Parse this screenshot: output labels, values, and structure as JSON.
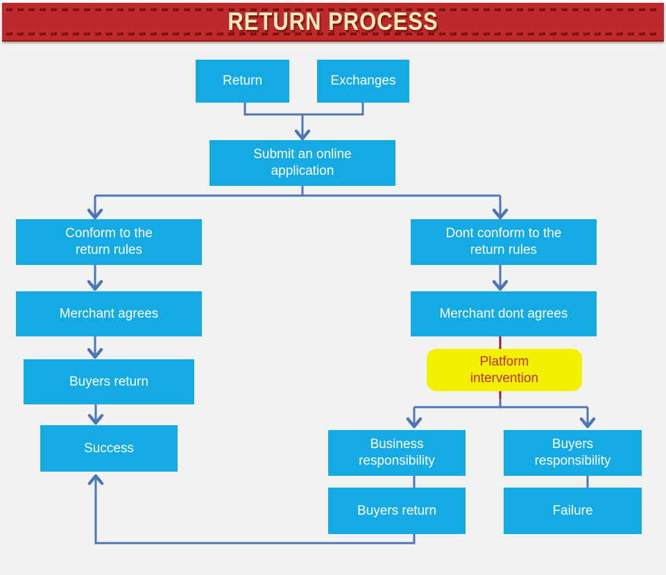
{
  "banner": {
    "title": "RETURN PROCESS"
  },
  "nodes": {
    "return": {
      "label": "Return"
    },
    "exchanges": {
      "label": "Exchanges"
    },
    "submit": {
      "label": "Submit an online\napplication"
    },
    "conform": {
      "label": "Conform to the\nreturn rules"
    },
    "dont_conform": {
      "label": "Dont conform to the\nreturn rules"
    },
    "merchant_agrees": {
      "label": "Merchant agrees"
    },
    "merchant_dont_agrees": {
      "label": "Merchant dont agrees"
    },
    "buyers_return_left": {
      "label": "Buyers return"
    },
    "platform_intervention": {
      "label": "Platform\nintervention"
    },
    "success": {
      "label": "Success"
    },
    "business_responsibility": {
      "label": "Business\nresponsibility"
    },
    "buyers_responsibility": {
      "label": "Buyers\nresponsibility"
    },
    "buyers_return_bottom": {
      "label": "Buyers return"
    },
    "failure": {
      "label": "Failure"
    }
  },
  "edges": [
    {
      "from": "Return",
      "to": "Submit an online application"
    },
    {
      "from": "Exchanges",
      "to": "Submit an online application"
    },
    {
      "from": "Submit an online application",
      "to": "Conform to the return rules"
    },
    {
      "from": "Submit an online application",
      "to": "Dont conform to the return rules"
    },
    {
      "from": "Conform to the return rules",
      "to": "Merchant agrees"
    },
    {
      "from": "Merchant agrees",
      "to": "Buyers return"
    },
    {
      "from": "Buyers return",
      "to": "Success"
    },
    {
      "from": "Dont conform to the return rules",
      "to": "Merchant dont agrees"
    },
    {
      "from": "Merchant dont agrees",
      "to": "Platform intervention"
    },
    {
      "from": "Platform intervention",
      "to": "Business responsibility"
    },
    {
      "from": "Platform intervention",
      "to": "Buyers responsibility"
    },
    {
      "from": "Business responsibility",
      "to": "Buyers return"
    },
    {
      "from": "Buyers responsibility",
      "to": "Failure"
    },
    {
      "from": "Buyers return (bottom)",
      "to": "Success"
    }
  ],
  "colors": {
    "banner-red": "#be2a2b",
    "banner-dash": "#7d1113",
    "title-cream": "#f7ecc0",
    "node-cyan": "#14abe4",
    "node-text": "#ffffff",
    "connector-blue": "#4c75b7",
    "connector-maroon": "#8e2139",
    "highlight-yellow": "#f1f100",
    "highlight-text": "#c42b2b",
    "page-bg": "#f2f2f0"
  }
}
